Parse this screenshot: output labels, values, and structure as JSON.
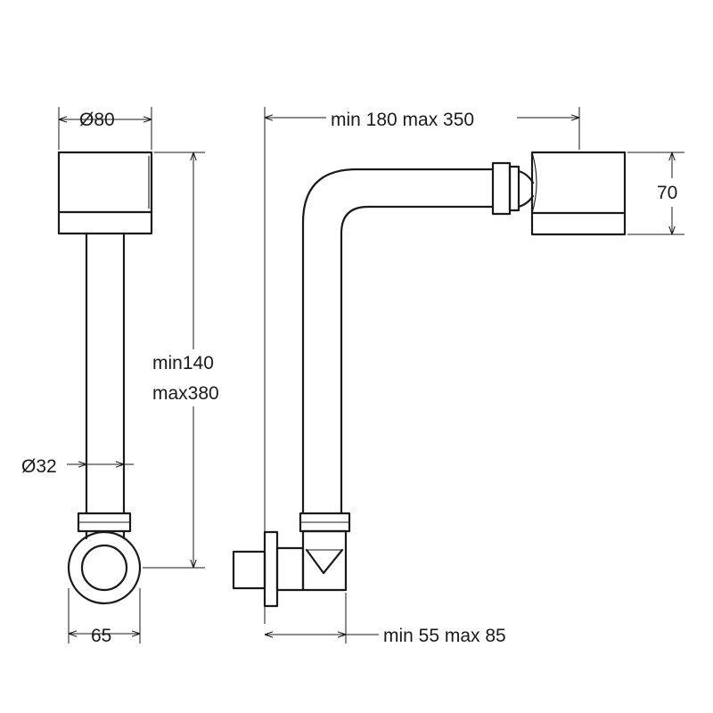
{
  "dimensions": {
    "diameter_80": "Ø80",
    "diameter_32": "Ø32",
    "width_65": "65",
    "height_min": "min140",
    "height_max": "max380",
    "reach": "min 180 max 350",
    "depth": "min 55 max 85",
    "height_70": "70"
  },
  "colors": {
    "line": "#1a1a1a",
    "background": "#ffffff"
  }
}
